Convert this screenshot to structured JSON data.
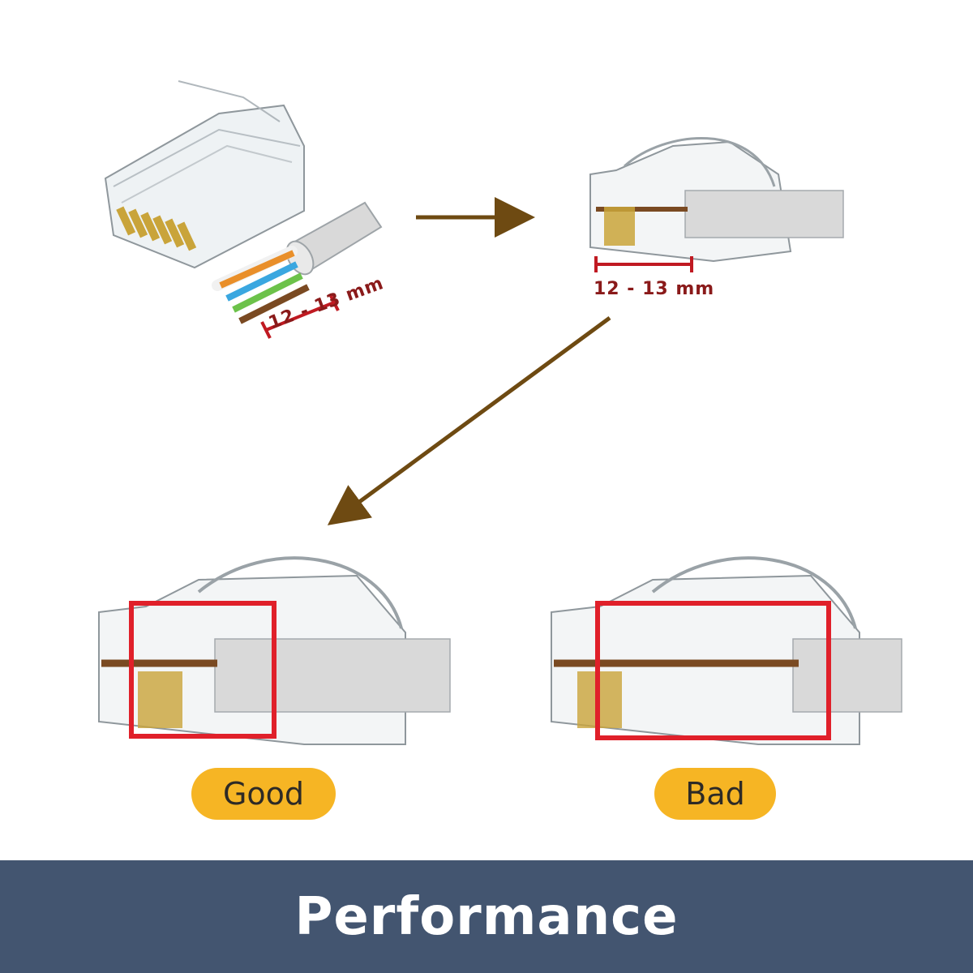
{
  "measure": {
    "left_label": "12 - 13 mm",
    "right_label": "12 - 13 mm"
  },
  "results": {
    "good_label": "Good",
    "bad_label": "Bad"
  },
  "footer": {
    "title": "Performance"
  },
  "colors": {
    "arrow": "#6e4a12",
    "measure_line": "#c01a22",
    "highlight_box": "#e0202a",
    "pill": "#f6b524",
    "footer_bg": "#435570",
    "cable": "#d9d9d9",
    "contacts": "#c9a43a"
  },
  "wires": [
    "orange",
    "blue",
    "green",
    "brown"
  ]
}
